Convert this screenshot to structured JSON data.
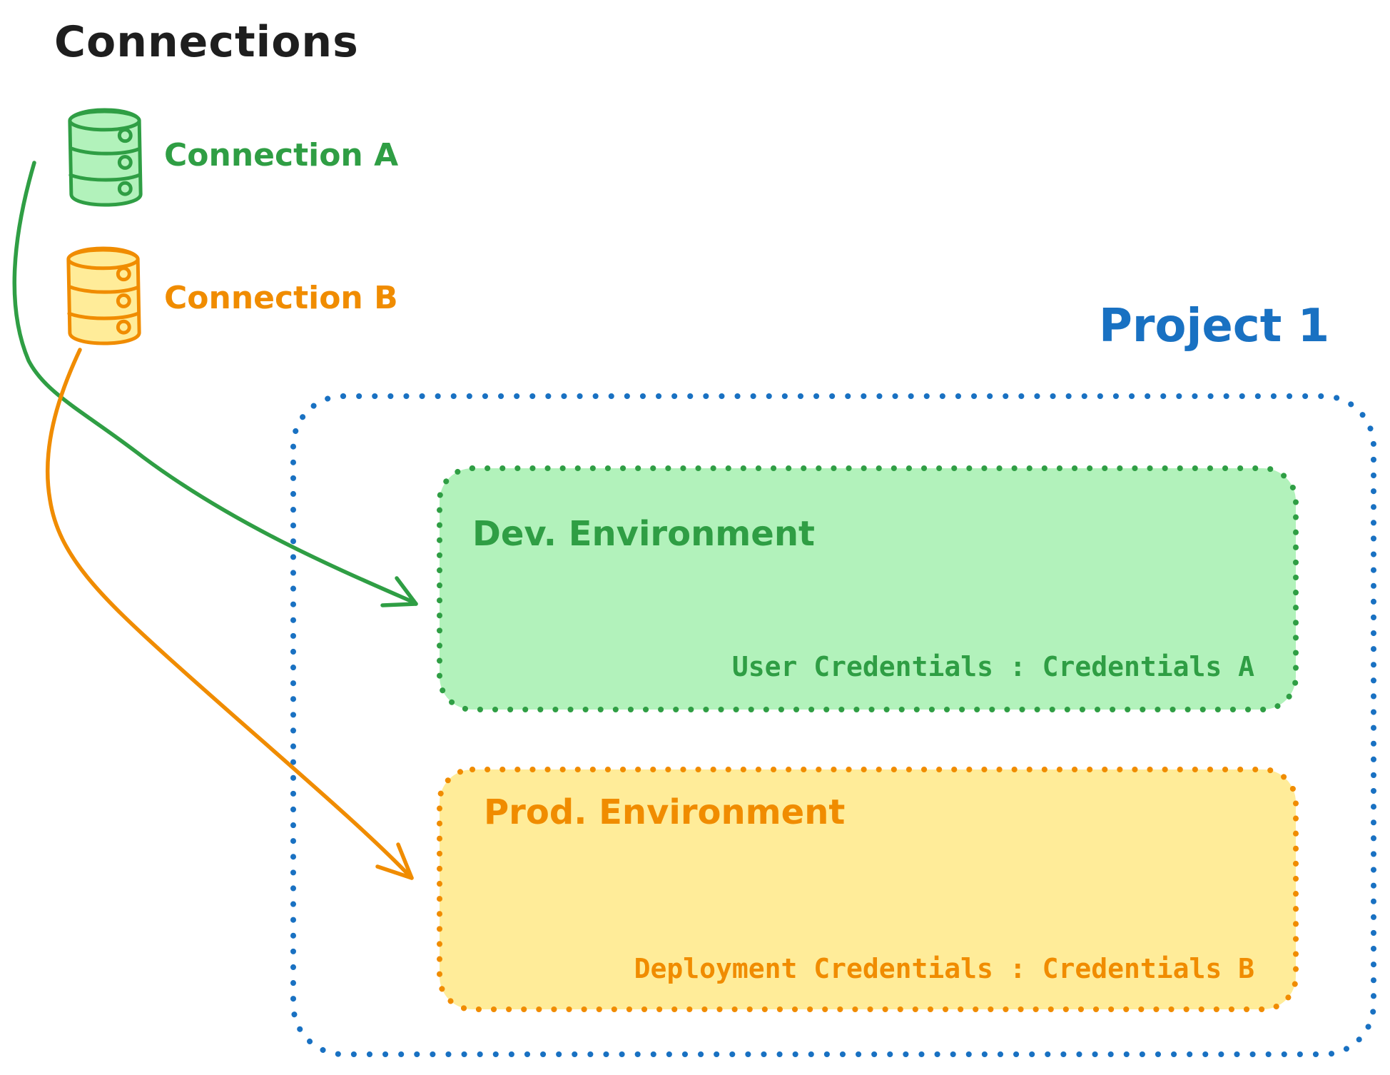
{
  "title": "Connections",
  "palette": {
    "black": "#1e1e1e",
    "blue": "#1971c2",
    "green": "#2f9e44",
    "green_fill": "#b2f2bb",
    "orange": "#f08c00",
    "orange_fill": "#ffec99"
  },
  "connections": [
    {
      "label": "Connection A",
      "stroke": "#2f9e44",
      "fill": "#b2f2bb",
      "icon": "database-icon"
    },
    {
      "label": "Connection B",
      "stroke": "#f08c00",
      "fill": "#ffec99",
      "icon": "database-icon"
    }
  ],
  "project": {
    "label": "Project 1",
    "color": "#1971c2",
    "environments": [
      {
        "name": "Dev. Environment",
        "credentials": "User Credentials : Credentials A",
        "stroke": "#2f9e44",
        "fill": "#b2f2bb"
      },
      {
        "name": "Prod. Environment",
        "credentials": "Deployment Credentials : Credentials B",
        "stroke": "#f08c00",
        "fill": "#ffec99"
      }
    ]
  }
}
